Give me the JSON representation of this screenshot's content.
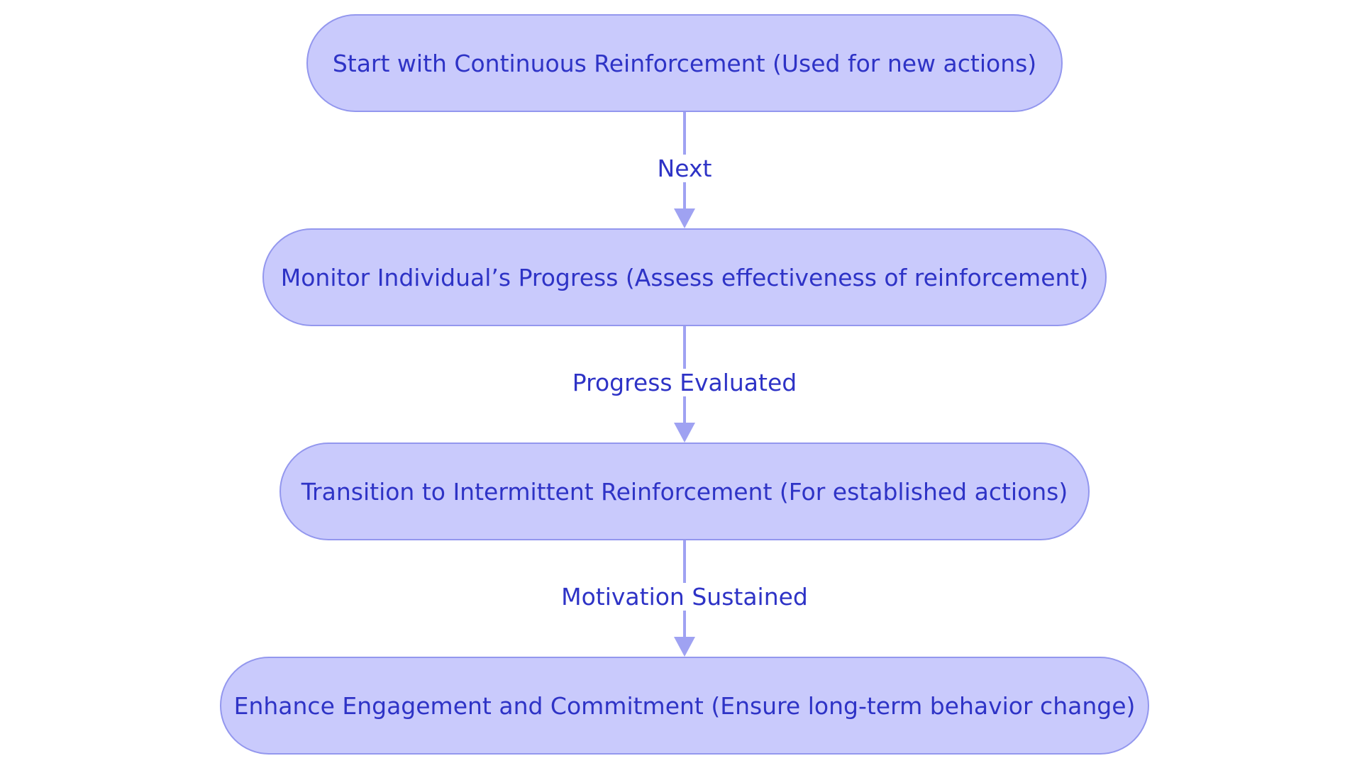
{
  "diagram": {
    "nodes": [
      {
        "label": "Start with Continuous Reinforcement (Used for new actions)"
      },
      {
        "label": "Monitor Individual’s Progress (Assess effectiveness of reinforcement)"
      },
      {
        "label": "Transition to Intermittent Reinforcement (For established actions)"
      },
      {
        "label": "Enhance Engagement and Commitment (Ensure long-term behavior change)"
      }
    ],
    "edges": [
      {
        "from": 0,
        "to": 1,
        "label": "Next"
      },
      {
        "from": 1,
        "to": 2,
        "label": "Progress Evaluated"
      },
      {
        "from": 2,
        "to": 3,
        "label": "Motivation Sustained"
      }
    ]
  },
  "colors": {
    "node_fill": "#c9cafc",
    "node_border": "#9397ee",
    "text": "#2e33c6",
    "edge": "#9fa2f2"
  }
}
